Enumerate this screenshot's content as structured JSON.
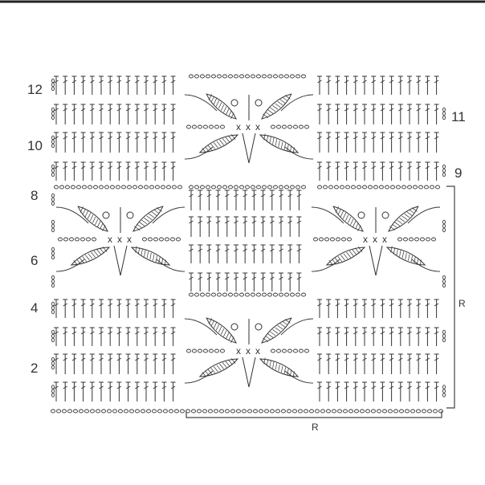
{
  "diagram": {
    "row_labels_left": [
      "12",
      "10",
      "8",
      "6",
      "4",
      "2"
    ],
    "row_labels_right": [
      "11",
      "9"
    ],
    "repeat_labels": {
      "horizontal": "R",
      "vertical": "R"
    },
    "foundation_symbol": "chain",
    "row_stitch": "double-crochet",
    "motif": "spider (pineapple spider) motif",
    "colors": {
      "ink": "#333333",
      "background": "#ffffff"
    }
  }
}
